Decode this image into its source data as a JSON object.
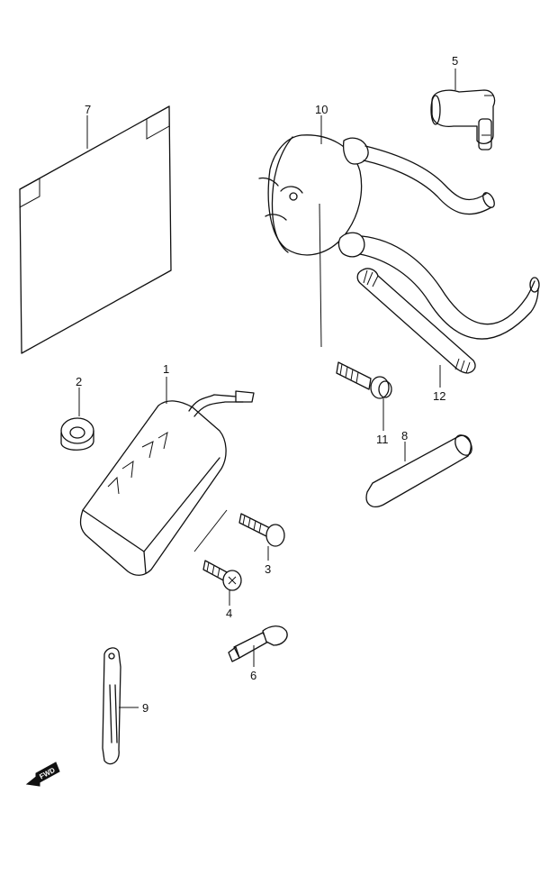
{
  "diagram": {
    "callouts": [
      {
        "id": "1",
        "label": "1"
      },
      {
        "id": "2",
        "label": "2"
      },
      {
        "id": "3",
        "label": "3"
      },
      {
        "id": "4",
        "label": "4"
      },
      {
        "id": "5",
        "label": "5"
      },
      {
        "id": "6",
        "label": "6"
      },
      {
        "id": "7",
        "label": "7"
      },
      {
        "id": "8",
        "label": "8"
      },
      {
        "id": "9",
        "label": "9"
      },
      {
        "id": "10",
        "label": "10"
      },
      {
        "id": "11",
        "label": "11"
      },
      {
        "id": "12",
        "label": "12"
      }
    ],
    "direction_badge": "FWD"
  }
}
